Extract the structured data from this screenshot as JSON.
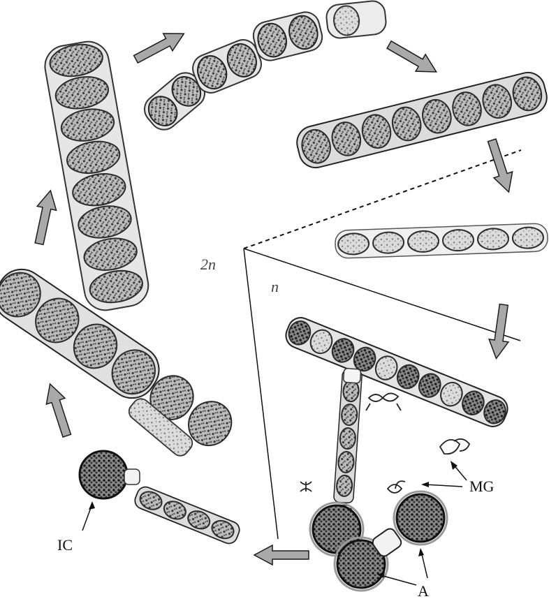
{
  "labels": {
    "ploidy_2n": "2n",
    "ploidy_n": "n",
    "initial_cell": "IC",
    "male_gametes": "MG",
    "auxospores": "A"
  },
  "colors": {
    "arrow_fill": "#a9a9a9",
    "arrow_stroke": "#1a1a1a",
    "cell_wall": "#2b2b2b",
    "cell_fill": "#cfcfcf",
    "line": "#111111"
  },
  "filaments": [
    {
      "id": "f1",
      "cells": 8,
      "shade": "dark"
    },
    {
      "id": "f2",
      "cells": 6,
      "shade": "dark"
    },
    {
      "id": "f3",
      "cells": 8,
      "shade": "dark"
    },
    {
      "id": "f4",
      "cells": 6,
      "shade": "light"
    },
    {
      "id": "f5",
      "cells": 10,
      "shade": "mixed"
    },
    {
      "id": "f6",
      "cells": 6,
      "shade": "dark"
    },
    {
      "id": "f7",
      "cells": 4,
      "shade": "dark"
    },
    {
      "id": "f8",
      "cells": 5,
      "shade": "dark"
    }
  ]
}
